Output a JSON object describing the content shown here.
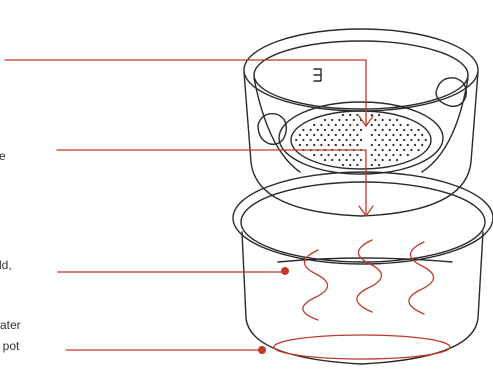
{
  "colors": {
    "accent": "#c0392b",
    "outline": "#2a2a2a",
    "text": "#333333"
  },
  "labels": {
    "label_2": "e",
    "label_3_line1": "ld,",
    "label_3_line2": "",
    "label_4_line1": "ater",
    "label_4_line2": ", pot"
  }
}
